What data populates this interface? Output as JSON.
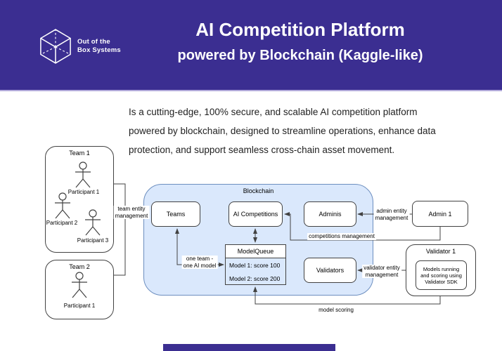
{
  "header": {
    "bg_color": "#3b2e91",
    "logo": {
      "line1": "Out of the",
      "line2": "Box Systems"
    },
    "title": "AI Competition Platform",
    "subtitle": "powered by Blockchain (Kaggle-like)"
  },
  "description": {
    "text": "Is a cutting-edge, 100% secure, and scalable AI competition platform powered by blockchain, designed to streamline operations, enhance data protection, and support seamless cross-chain asset movement."
  },
  "diagram": {
    "container_label": "Blockchain",
    "container_fill": "#dae8fc",
    "container_border": "#6c8ebf",
    "team1": {
      "label": "Team 1",
      "participants": [
        "Participant 1",
        "Participant 2",
        "Participant 3"
      ]
    },
    "team2": {
      "label": "Team 2",
      "participants": [
        "Participant 1"
      ]
    },
    "nodes": {
      "teams": "Teams",
      "ai_competitions": "AI Competitions",
      "adminis": "Adminis",
      "validators": "Validators",
      "admin1": "Admin 1",
      "validator1": "Validator 1",
      "validator1_inner": "Models running and scoring using Validator SDK"
    },
    "model_queue": {
      "title": "ModelQueue",
      "rows": [
        "Model 1: score 100",
        "Model 2: score 200"
      ]
    },
    "edge_labels": {
      "team_entity": "team entity\nmanagement",
      "one_team": "one team -\none AI model",
      "competitions_mgmt": "competitions management",
      "admin_entity": "admin entity\nmanagement",
      "validator_entity": "validator entity\nmanagement",
      "model_scoring": "model scoring"
    }
  },
  "footer": {
    "accent_color": "#3b2e91"
  }
}
